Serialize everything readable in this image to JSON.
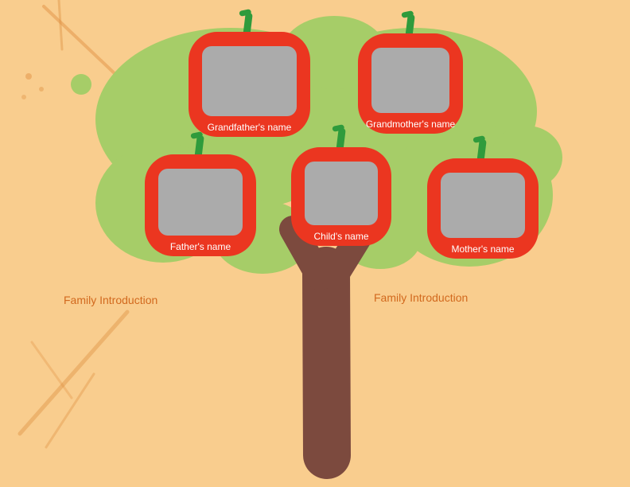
{
  "canvas": {
    "background_color": "#F9CD8E",
    "foliage_color": "#A6CD68",
    "trunk_color": "#7C4A3E",
    "apple_color": "#EB3620",
    "stem_color": "#2F9B3C",
    "photo_placeholder_color": "#ABABAB",
    "name_label_color": "#FFFFFF",
    "intro_text_color": "#D2691E"
  },
  "apples": [
    {
      "id": "grandfather",
      "label": "Grandfather's name"
    },
    {
      "id": "grandmother",
      "label": "Grandmother's name"
    },
    {
      "id": "father",
      "label": "Father's name"
    },
    {
      "id": "child",
      "label": "Child's name"
    },
    {
      "id": "mother",
      "label": "Mother's name"
    }
  ],
  "intros": [
    {
      "id": "left",
      "text": "Family Introduction"
    },
    {
      "id": "right",
      "text": "Family Introduction"
    }
  ]
}
